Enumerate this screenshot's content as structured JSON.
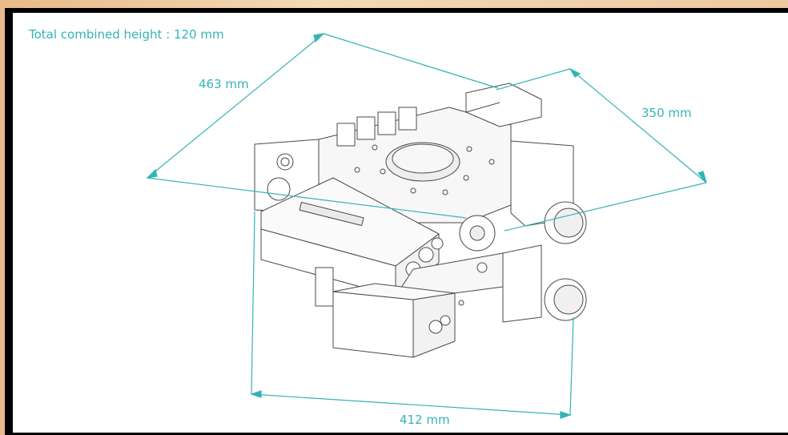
{
  "diagram": {
    "height_note": "Total combined height : 120 mm",
    "dimensions": {
      "diag_left": "463 mm",
      "diag_right": "350 mm",
      "bottom": "412 mm"
    },
    "accent_color": "#35b3b6",
    "line_color": "#4a4a4a",
    "subject_icon": "mechanical-assembly-drawing"
  }
}
